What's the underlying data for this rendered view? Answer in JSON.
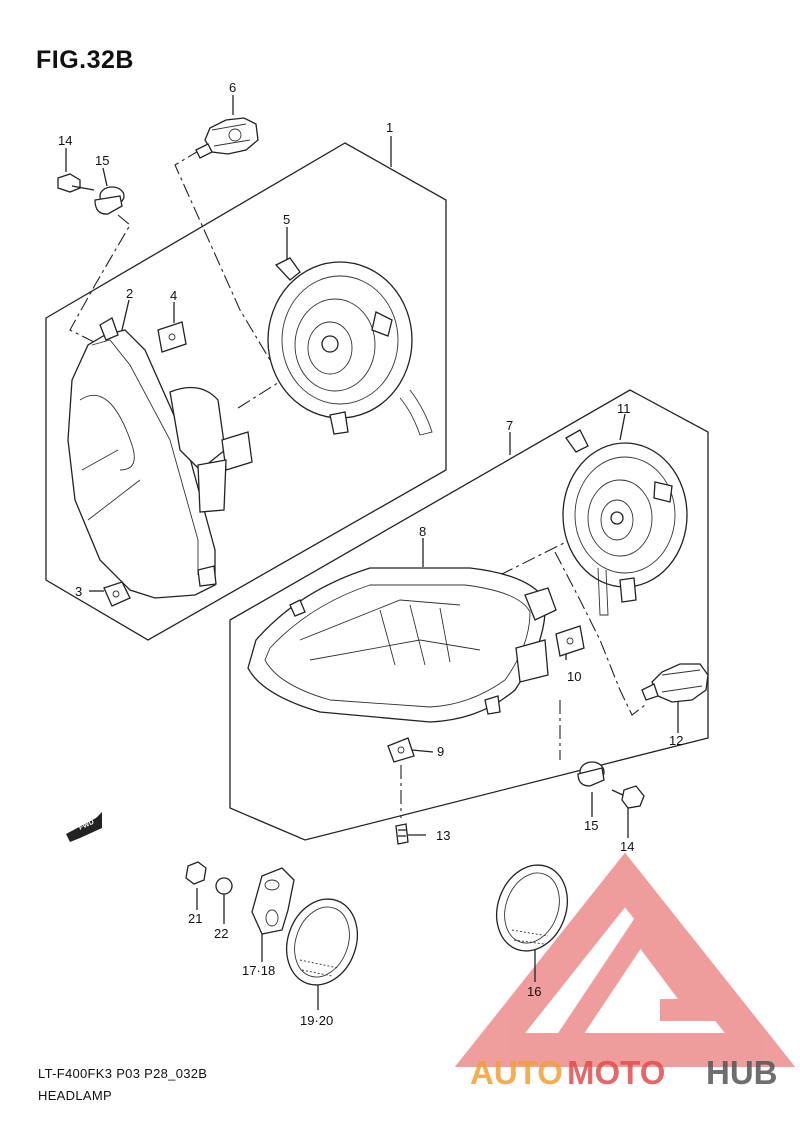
{
  "figure": {
    "title": "FIG.32B",
    "code": "LT-F400FK3 P03 P28_032B",
    "name": "HEADLAMP"
  },
  "callouts": [
    "1",
    "2",
    "3",
    "4",
    "5",
    "6",
    "7",
    "8",
    "9",
    "10",
    "11",
    "12",
    "13",
    "14",
    "15",
    "14",
    "15",
    "16",
    "17·18",
    "19·20",
    "21",
    "22"
  ],
  "fwd_label": "FWD",
  "watermark": {
    "part1": "AUTO",
    "part2": "MOTO",
    "part3": "HUB",
    "color_primary": "#f2a037",
    "color_secondary": "#e24d4d",
    "color_tertiary": "#555555"
  }
}
